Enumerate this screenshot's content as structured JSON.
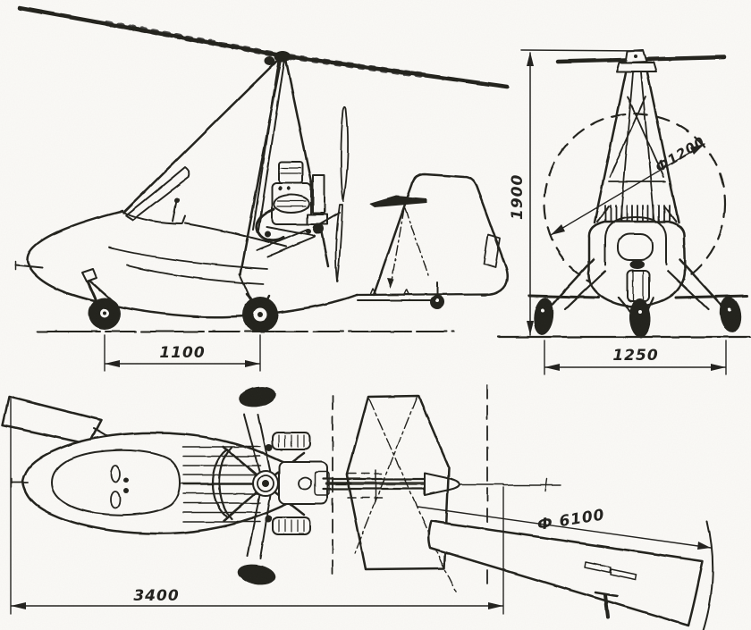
{
  "colors": {
    "paper": "#fbfaf7",
    "ink": "#22211e"
  },
  "drawing": {
    "kind": "three-view line drawing of a single-seat autogyro",
    "views": {
      "side": "side view",
      "front": "front view",
      "top": "plan view"
    }
  },
  "dimensions": {
    "wheelbase": {
      "view": "side",
      "value": "1100"
    },
    "overall_height": {
      "view": "front",
      "value": "1900"
    },
    "pylon_circle": {
      "view": "front",
      "value": "Ф1200"
    },
    "wheel_track": {
      "view": "front",
      "value": "1250"
    },
    "fuselage_length": {
      "view": "top",
      "value": "3400"
    },
    "rotor_diameter": {
      "view": "top",
      "value": "Ф 6100"
    }
  }
}
